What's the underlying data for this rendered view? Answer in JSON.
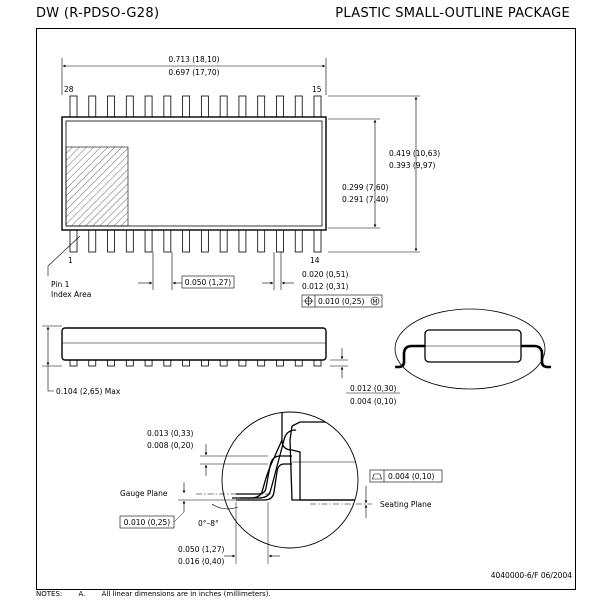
{
  "header": {
    "code": "DW (R-PDSO-G28)",
    "title": "PLASTIC SMALL-OUTLINE PACKAGE"
  },
  "top_view": {
    "length_max": "0.713 (18,10)",
    "length_min": "0.697 (17,70)",
    "pin_top_left": "28",
    "pin_top_right": "15",
    "pin_bottom_left": "1",
    "pin_bottom_right": "14",
    "body_width_max": "0.299 (7,60)",
    "body_width_min": "0.291 (7,40)",
    "total_width_max": "0.419 (10,63)",
    "total_width_min": "0.393 (9,97)",
    "pin1_label_1": "Pin 1",
    "pin1_label_2": "Index Area",
    "pitch": "0.050 (1,27)",
    "lead_width_max": "0.020 (0,51)",
    "lead_width_min": "0.012 (0,31)",
    "tolerance_value": "0.010 (0,25)",
    "tolerance_modifier": "M",
    "leads_per_side": 14
  },
  "side_view": {
    "height_max": "0.104 (2,65) Max",
    "standoff_max": "0.012 (0,30)",
    "standoff_min": "0.004 (0,10)"
  },
  "detail_view": {
    "thickness_max": "0.013 (0,33)",
    "thickness_min": "0.008 (0,20)",
    "gauge_plane": "Gauge Plane",
    "gauge_offset": "0.010 (0,25)",
    "angle": "0°–8°",
    "foot_max": "0.050 (1,27)",
    "foot_min": "0.016 (0,40)",
    "coplanarity": "0.004 (0,10)",
    "seating_plane": "Seating Plane"
  },
  "footer": {
    "drawing_id": "4040000-6/F 06/2004"
  },
  "notes": {
    "label": "NOTES:",
    "item_letter": "A.",
    "item_text": "All linear dimensions are in inches (millimeters)."
  }
}
